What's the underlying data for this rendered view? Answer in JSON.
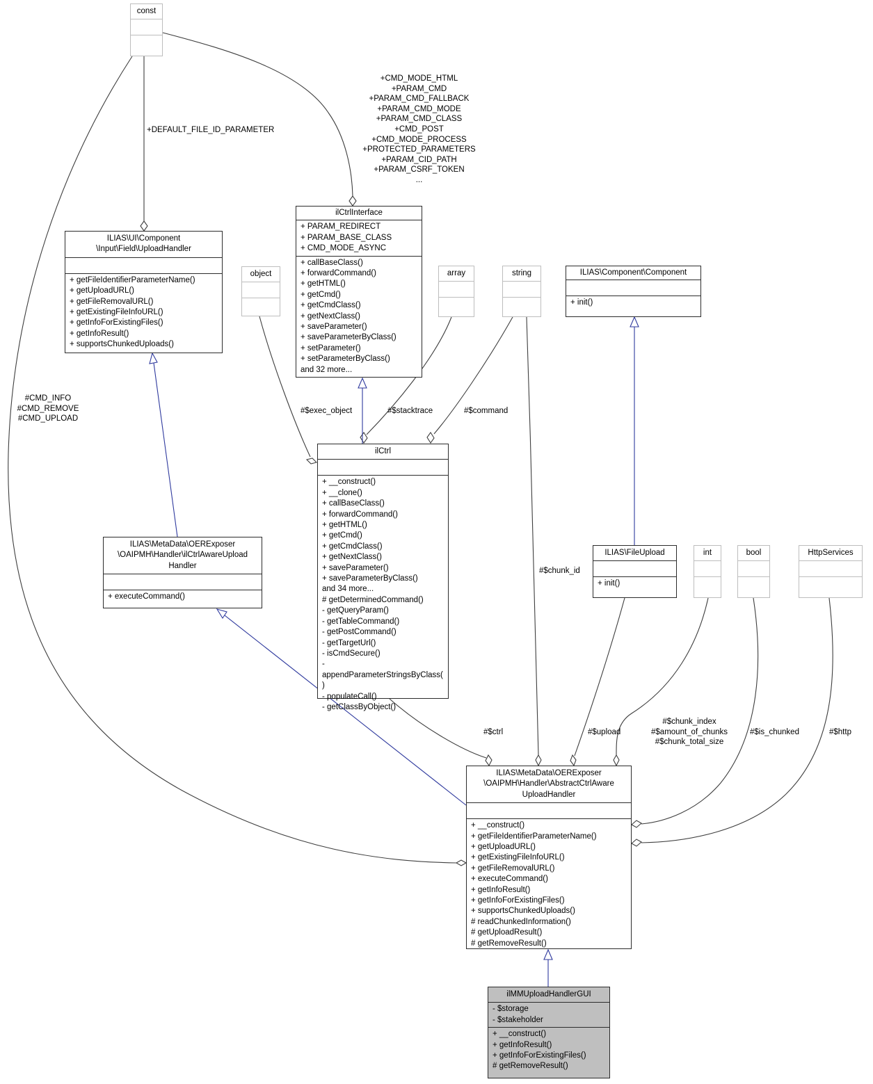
{
  "colors": {
    "edge": "#3e3e3e",
    "inherit": "#2f3a9e",
    "frame": "#2b2b2b",
    "plain-frame": "#bdbdbd",
    "gui-fill": "#bfbfbf",
    "bg": "#ffffff"
  },
  "classes": {
    "const": {
      "title": "const",
      "attrs": [],
      "methods": []
    },
    "upload_handler": {
      "title": "ILIAS\\UI\\Component\n\\Input\\Field\\UploadHandler",
      "attrs": [],
      "methods": [
        "+ getFileIdentifierParameterName()",
        "+ getUploadURL()",
        "+ getFileRemovalURL()",
        "+ getExistingFileInfoURL()",
        "+ getInfoForExistingFiles()",
        "+ getInfoResult()",
        "+ supportsChunkedUploads()"
      ]
    },
    "ctrl_interface": {
      "title": "ilCtrlInterface",
      "attrs": [
        "+ PARAM_REDIRECT",
        "+ PARAM_BASE_CLASS",
        "+ CMD_MODE_ASYNC"
      ],
      "methods": [
        "+ callBaseClass()",
        "+ forwardCommand()",
        "+ getHTML()",
        "+ getCmd()",
        "+ getCmdClass()",
        "+ getNextClass()",
        "+ saveParameter()",
        "+ saveParameterByClass()",
        "+ setParameter()",
        "+ setParameterByClass()",
        "and 32 more..."
      ]
    },
    "object": {
      "title": "object",
      "attrs": [],
      "methods": []
    },
    "array": {
      "title": "array",
      "attrs": [],
      "methods": []
    },
    "string": {
      "title": "string",
      "attrs": [],
      "methods": []
    },
    "component": {
      "title": "ILIAS\\Component\\Component",
      "attrs": [],
      "methods": [
        "+ init()"
      ]
    },
    "ilctrl": {
      "title": "ilCtrl",
      "attrs": [],
      "methods": [
        "+ __construct()",
        "+ __clone()",
        "+ callBaseClass()",
        "+ forwardCommand()",
        "+ getHTML()",
        "+ getCmd()",
        "+ getCmdClass()",
        "+ getNextClass()",
        "+ saveParameter()",
        "+ saveParameterByClass()",
        "and 34 more...",
        "# getDeterminedCommand()",
        "- getQueryParam()",
        "- getTableCommand()",
        "- getPostCommand()",
        "- getTargetUrl()",
        "- isCmdSecure()",
        "- appendParameterStringsByClass()",
        "- populateCall()",
        "- getClassByObject()"
      ]
    },
    "ctrl_aware": {
      "title": "ILIAS\\MetaData\\OERExposer\n\\OAIPMH\\Handler\\ilCtrlAwareUpload\nHandler",
      "attrs": [],
      "methods": [
        "+ executeCommand()"
      ]
    },
    "file_upload": {
      "title": "ILIAS\\FileUpload",
      "attrs": [],
      "methods": [
        "+ init()"
      ]
    },
    "int": {
      "title": "int",
      "attrs": [],
      "methods": []
    },
    "bool": {
      "title": "bool",
      "attrs": [],
      "methods": []
    },
    "http_services": {
      "title": "HttpServices",
      "attrs": [],
      "methods": []
    },
    "abstract_handler": {
      "title": "ILIAS\\MetaData\\OERExposer\n\\OAIPMH\\Handler\\AbstractCtrlAware\nUploadHandler",
      "attrs": [],
      "methods": [
        "+ __construct()",
        "+ getFileIdentifierParameterName()",
        "+ getUploadURL()",
        "+ getExistingFileInfoURL()",
        "+ getFileRemovalURL()",
        "+ executeCommand()",
        "+ getInfoResult()",
        "+ getInfoForExistingFiles()",
        "+ supportsChunkedUploads()",
        "# readChunkedInformation()",
        "# getUploadResult()",
        "# getRemoveResult()"
      ]
    },
    "gui": {
      "title": "ilMMUploadHandlerGUI",
      "attrs": [
        "- $storage",
        "- $stakeholder"
      ],
      "methods": [
        "+ __construct()",
        "+ getInfoResult()",
        "+ getInfoForExistingFiles()",
        "# getRemoveResult()"
      ]
    }
  },
  "labels": {
    "default_file_id": "+DEFAULT_FILE_ID_PARAMETER",
    "ctrl_interface_consts": "+CMD_MODE_HTML\n+PARAM_CMD\n+PARAM_CMD_FALLBACK\n+PARAM_CMD_MODE\n+PARAM_CMD_CLASS\n+CMD_POST\n+CMD_MODE_PROCESS\n+PROTECTED_PARAMETERS\n+PARAM_CID_PATH\n+PARAM_CSRF_TOKEN\n...",
    "handler_cmds": "#CMD_INFO\n#CMD_REMOVE\n#CMD_UPLOAD",
    "exec_object": "#$exec_object",
    "stacktrace": "#$stacktrace",
    "command": "#$command",
    "chunk_id": "#$chunk_id",
    "ctrl": "#$ctrl",
    "upload": "#$upload",
    "chunk_info": "#$chunk_index\n#$amount_of_chunks\n#$chunk_total_size",
    "is_chunked": "#$is_chunked",
    "http": "#$http"
  }
}
